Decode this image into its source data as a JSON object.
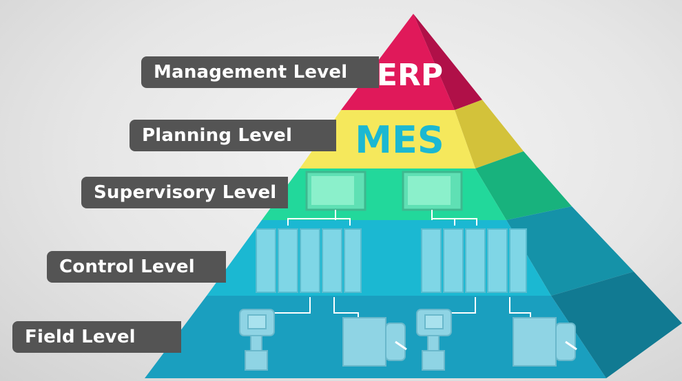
{
  "levels": [
    {
      "label": "Management Level",
      "system": "ERP"
    },
    {
      "label": "Planning Level",
      "system": "MES"
    },
    {
      "label": "Supervisory Level"
    },
    {
      "label": "Control Level"
    },
    {
      "label": "Field Level"
    }
  ],
  "colors": {
    "management": "#e0195a",
    "planning": "#f5e85c",
    "supervisory": "#22d89b",
    "control": "#1bb8d2",
    "field": "#1a9fbf",
    "mes_text": "#1bb8d2",
    "label_bg": "#545454"
  }
}
